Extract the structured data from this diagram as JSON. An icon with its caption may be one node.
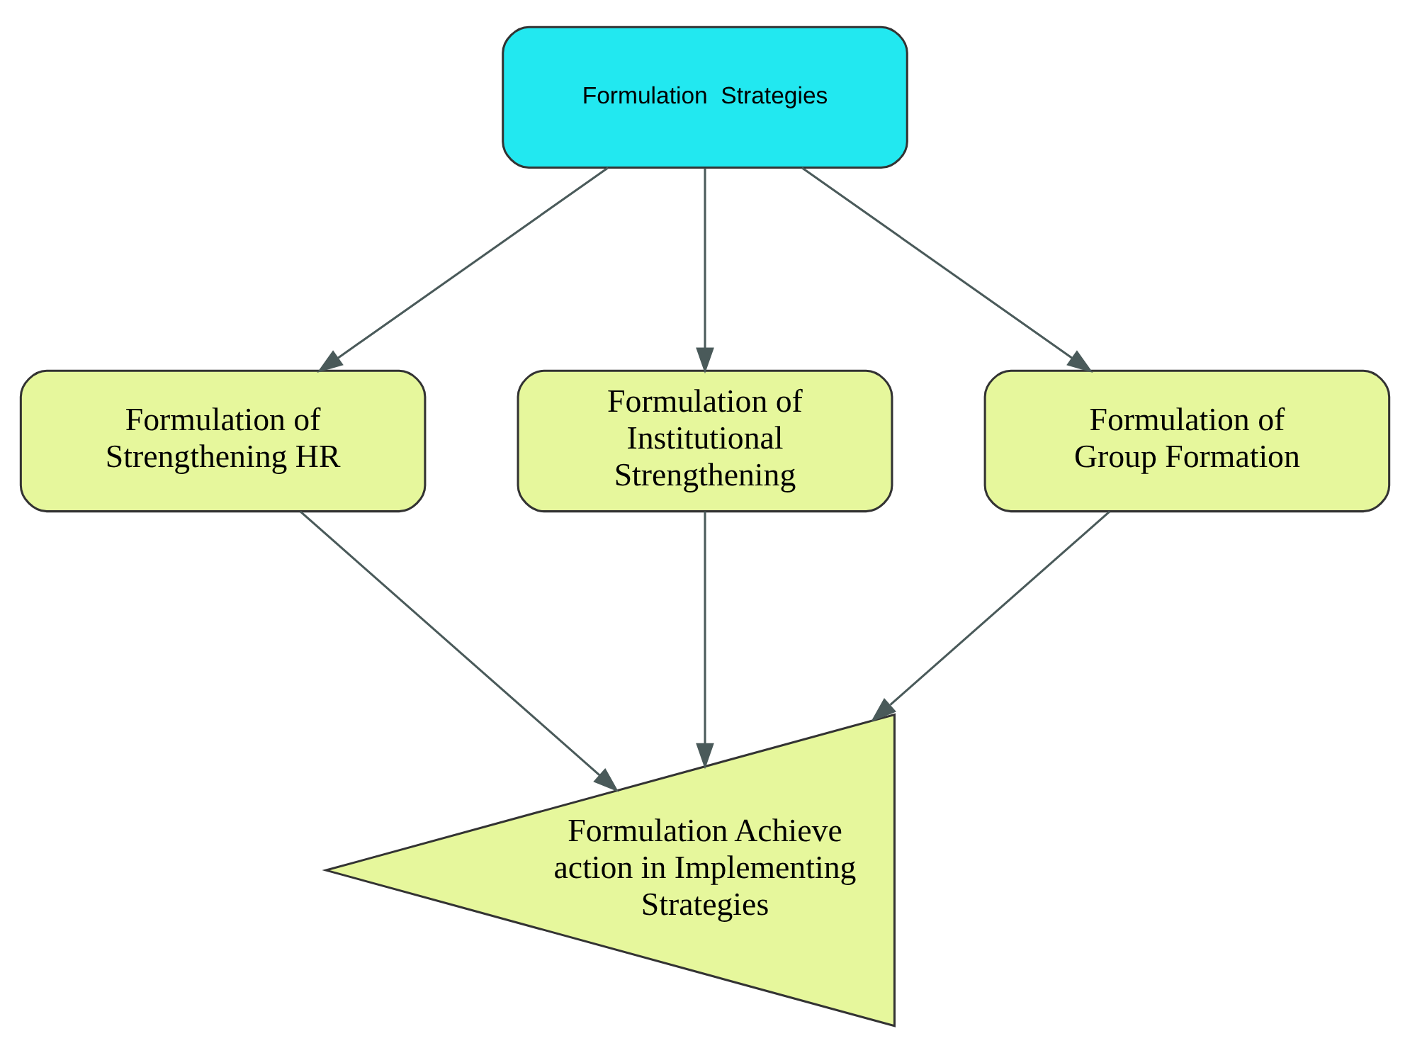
{
  "diagram": {
    "nodes": [
      {
        "text": [
          "Formulation  Strategies"
        ]
      },
      {
        "text": [
          "Formulation of Strengthening HR"
        ]
      },
      {
        "text": [
          "Formulation of Institutional Strengthening"
        ]
      },
      {
        "text": [
          "Formulation of Group Formation"
        ]
      },
      {
        "text": [
          "Formulation Achieve action in Implementing Strategies"
        ]
      }
    ],
    "edges": [
      {
        "from": 0,
        "to": 1,
        "arrow": "to"
      },
      {
        "from": 0,
        "to": 2,
        "arrow": "to"
      },
      {
        "from": 0,
        "to": 3,
        "arrow": "to"
      },
      {
        "from": 1,
        "to": 4,
        "arrow": "to"
      },
      {
        "from": 2,
        "to": 4,
        "arrow": "to"
      },
      {
        "from": 3,
        "to": 4,
        "arrow": "to"
      }
    ]
  }
}
